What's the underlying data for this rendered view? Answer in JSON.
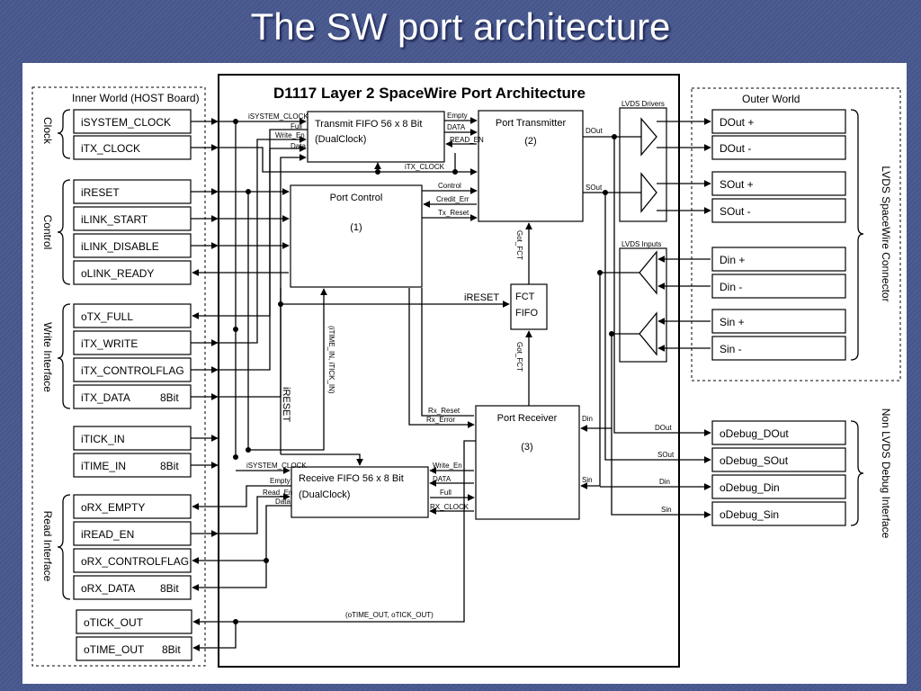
{
  "slide": {
    "title": "The SW port architecture"
  },
  "diagram": {
    "main_title": "D1117 Layer 2 SpaceWire Port Architecture",
    "inner_world_label": "Inner World (HOST Board)",
    "outer_world_label": "Outer World",
    "groups": {
      "clock": "Clock",
      "control": "Control",
      "write": "Write Interface",
      "read": "Read Interface",
      "lvds": "LVDS SpaceWire Connector",
      "debug": "Non LVDS Debug Interface"
    },
    "left_ports": {
      "isystem_clock": "iSYSTEM_CLOCK",
      "itx_clock": "iTX_CLOCK",
      "ireset": "iRESET",
      "ilink_start": "iLINK_START",
      "ilink_disable": "iLINK_DISABLE",
      "olink_ready": "oLINK_READY",
      "otx_full": "oTX_FULL",
      "itx_write": "iTX_WRITE",
      "itx_controlflag": "iTX_CONTROLFLAG",
      "itx_data": "iTX_DATA",
      "itx_data_width": "8Bit",
      "itick_in": "iTICK_IN",
      "itime_in": "iTIME_IN",
      "itime_in_width": "8Bit",
      "orx_empty": "oRX_EMPTY",
      "iread_en": "iREAD_EN",
      "orx_controlflag": "oRX_CONTROLFLAG",
      "orx_data": "oRX_DATA",
      "orx_data_width": "8Bit",
      "otick_out": "oTICK_OUT",
      "otime_out": "oTIME_OUT",
      "otime_out_width": "8Bit"
    },
    "right_ports": {
      "dout_p": "DOut +",
      "dout_n": "DOut -",
      "sout_p": "SOut +",
      "sout_n": "SOut -",
      "din_p": "Din +",
      "din_n": "Din -",
      "sin_p": "Sin +",
      "sin_n": "Sin -",
      "odebug_dout": "oDebug_DOut",
      "odebug_sout": "oDebug_SOut",
      "odebug_din": "oDebug_Din",
      "odebug_sin": "oDebug_Sin"
    },
    "blocks": {
      "tx_fifo_line1": "Transmit FIFO 56 x 8 Bit",
      "tx_fifo_line2": "(DualClock)",
      "port_tx": "Port Transmitter",
      "port_tx_num": "(2)",
      "port_ctrl": "Port Control",
      "port_ctrl_num": "(1)",
      "fct_line1": "FCT",
      "fct_line2": "FIFO",
      "port_rx": "Port Receiver",
      "port_rx_num": "(3)",
      "rx_fifo_line1": "Receive FIFO 56 x 8 Bit",
      "rx_fifo_line2": "(DualClock)",
      "lvds_drivers": "LVDS Drivers",
      "lvds_inputs": "LVDS Inputs"
    },
    "signals": {
      "isystem_clock": "iSYSTEM_CLOCK",
      "full": "Full",
      "write_en": "Write_En",
      "data": "Data",
      "empty": "Empty",
      "data_caps": "DATA",
      "read_en": "READ_EN",
      "itx_clock": "iTX_CLOCK",
      "dout": "DOut",
      "sout": "SOut",
      "control": "Control",
      "credit_err": "Credit_Err",
      "tx_reset": "Tx_Reset",
      "got_fct": "Got_FCT",
      "ireset": "iRESET",
      "time_tick_in": "(iTIME_IN, iTICK_IN)",
      "rx_reset": "Rx_Reset",
      "rx_error": "Rx_Error",
      "din": "Din",
      "sin": "Sin",
      "isystem_clock2": "iSYSTEM_CLOCK",
      "empty2": "Empty",
      "read_en2": "Read_En",
      "data2": "Data",
      "write_en2": "Write_En",
      "data_caps2": "DATA",
      "full2": "Full",
      "rx_clock": "RX_CLOCK",
      "time_tick_out": "(oTIME_OUT, oTICK_OUT)",
      "dout_small": "DOut",
      "sout_small": "SOut",
      "din_small": "Din",
      "sin_small": "Sin"
    }
  }
}
